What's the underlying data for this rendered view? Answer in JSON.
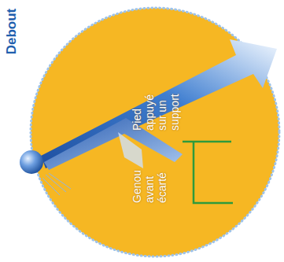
{
  "diagram": {
    "title": "Debout",
    "labels": [
      "Pied appuyé sur un support",
      "Genou avant écarté"
    ]
  }
}
